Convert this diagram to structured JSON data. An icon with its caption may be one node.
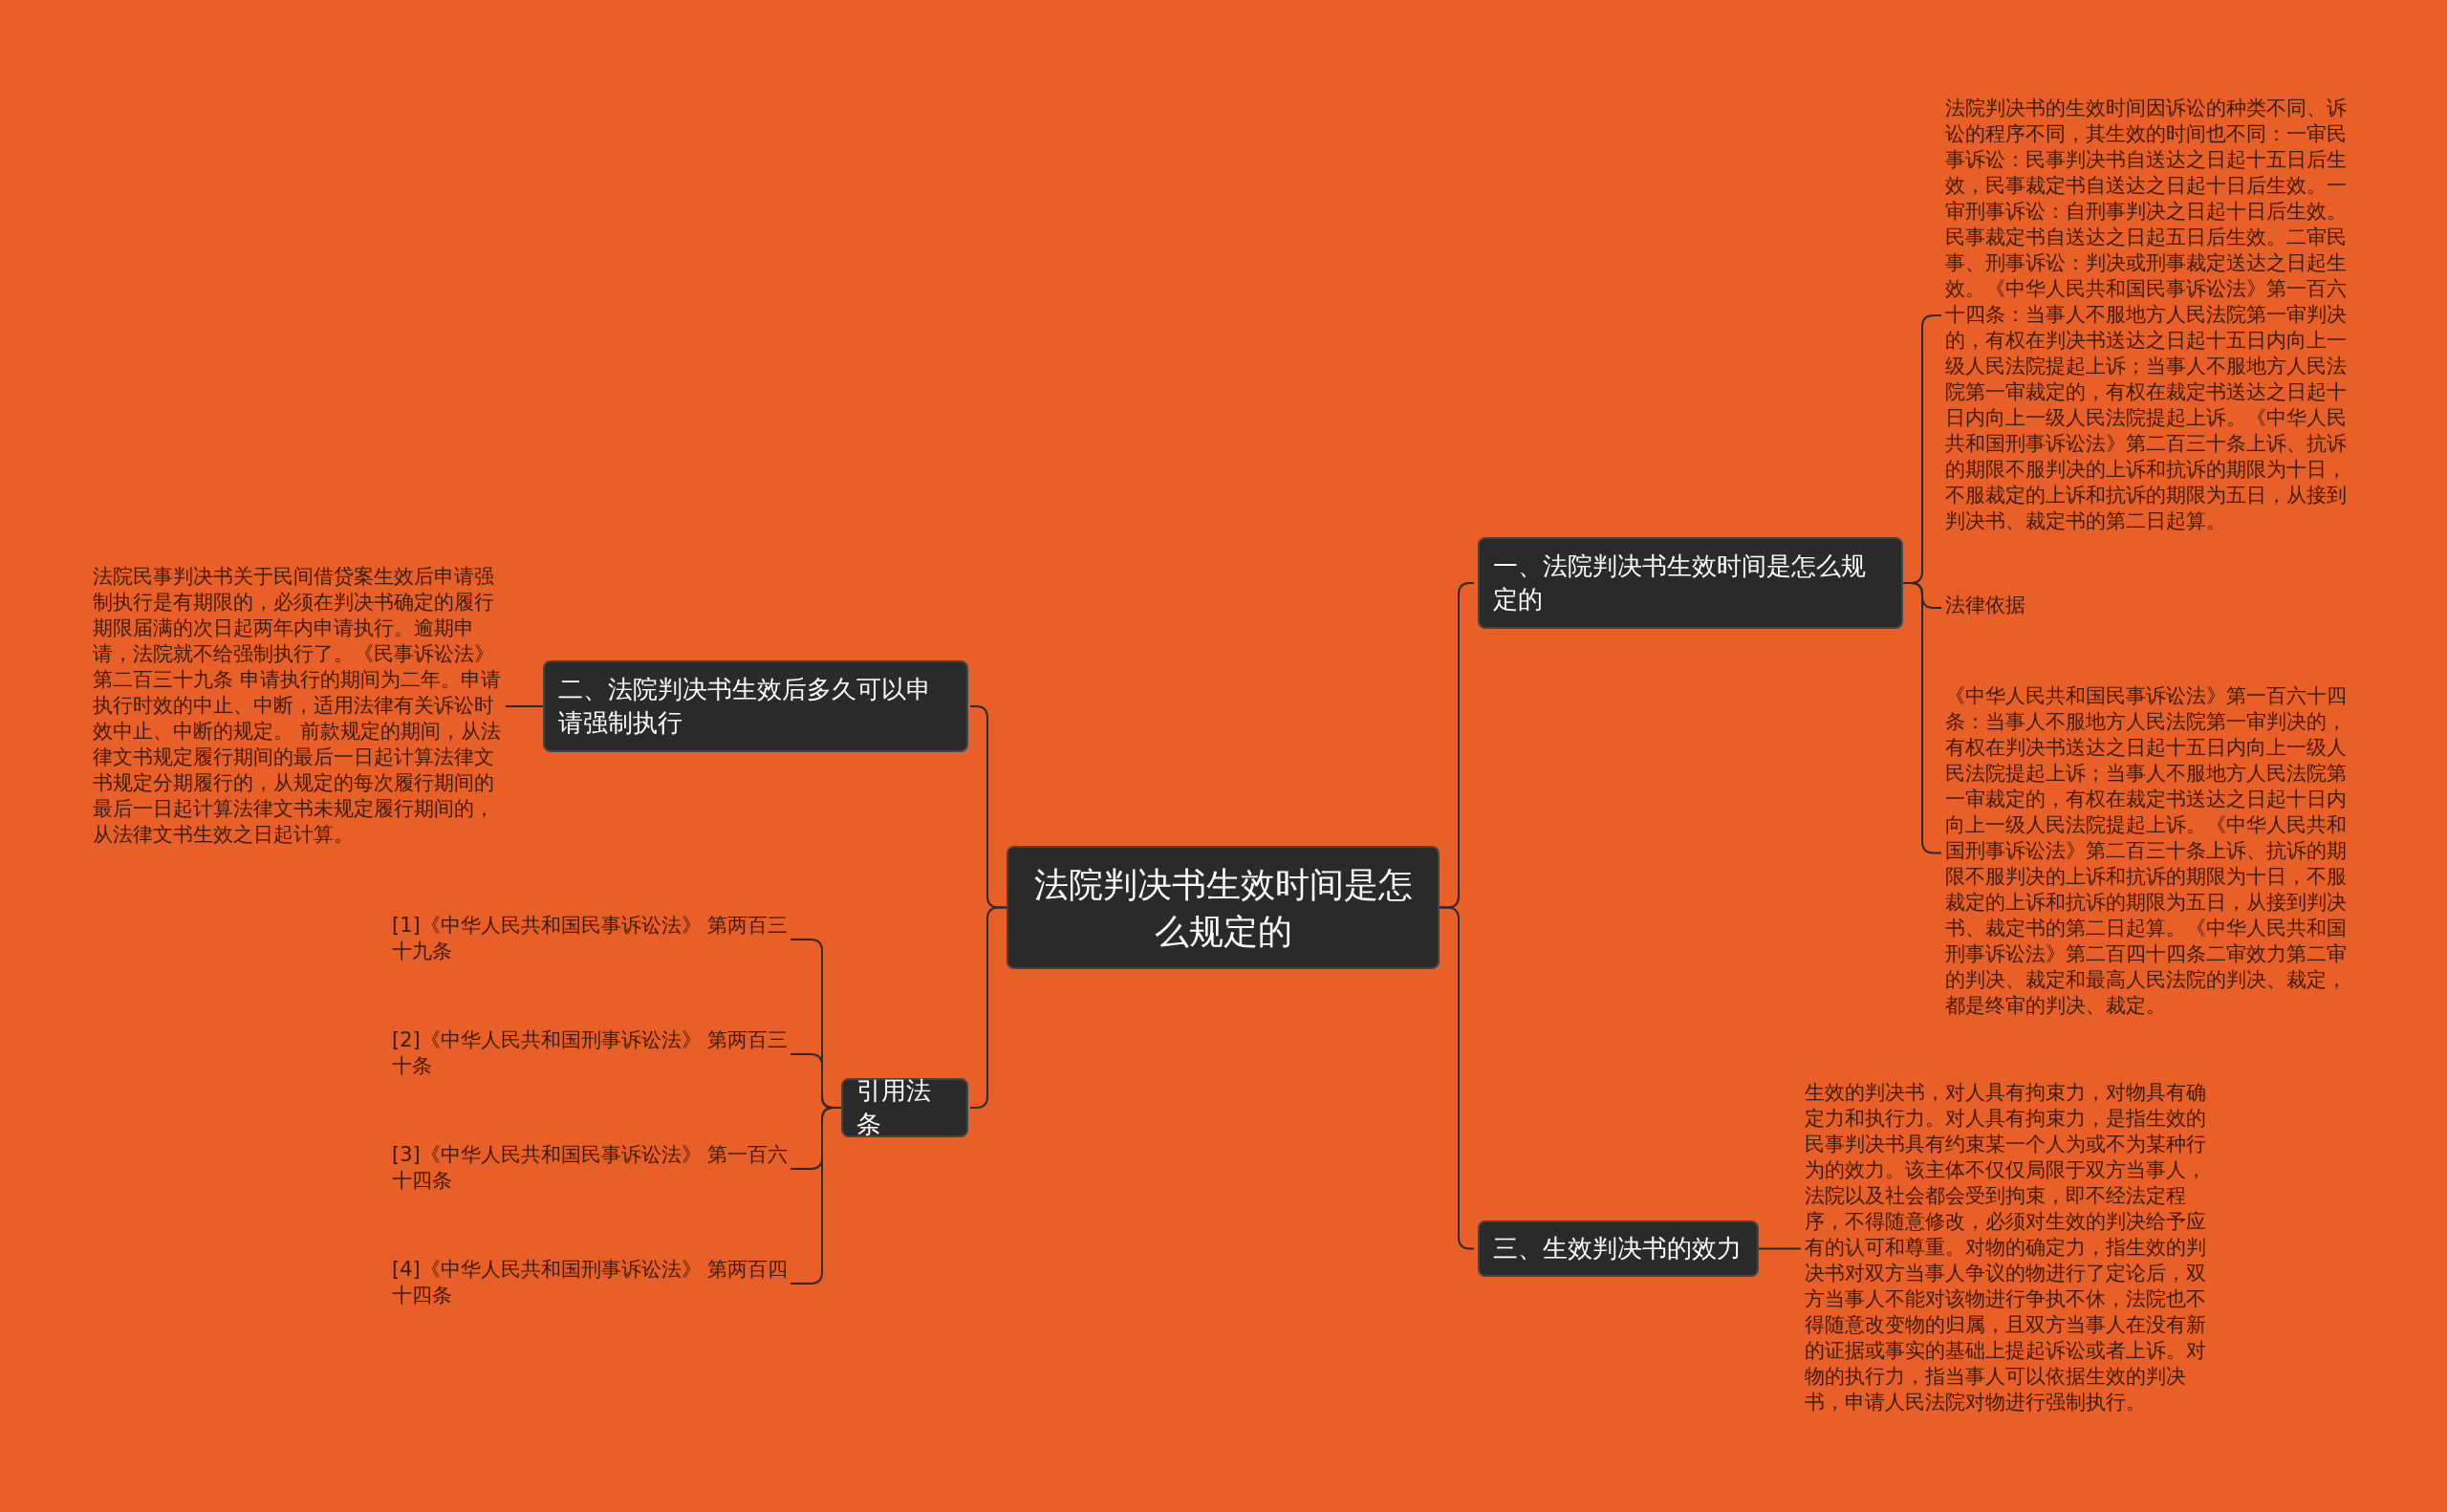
{
  "diagram": {
    "nodes": [
      {
        "text": [
          "法院判决书生效时间是怎么规定的"
        ]
      },
      {
        "text": [
          "一、法院判决书生效时间是怎么规定的"
        ]
      },
      {
        "text": [
          "法院判决书的生效时间因诉讼的种类不同、诉讼的程序不同，其生效的时间也不同：一审民事诉讼：民事判决书自送达之日起十五日后生效，民事裁定书自送达之日起十日后生效。一审刑事诉讼：自刑事判决之日起十日后生效。民事裁定书自送达之日起五日后生效。二审民事、刑事诉讼：判决或刑事裁定送达之日起生效。《中华人民共和国民事诉讼法》第一百六十四条：当事人不服地方人民法院第一审判决的，有权在判决书送达之日起十五日内向上一级人民法院提起上诉；当事人不服地方人民法院第一审裁定的，有权在裁定书送达之日起十日内向上一级人民法院提起上诉。《中华人民共和国刑事诉讼法》第二百三十条上诉、抗诉的期限不服判决的上诉和抗诉的期限为十日，不服裁定的上诉和抗诉的期限为五日，从接到判决书、裁定书的第二日起算。"
        ]
      },
      {
        "text": [
          "法律依据"
        ]
      },
      {
        "text": [
          "《中华人民共和国民事诉讼法》第一百六十四条：当事人不服地方人民法院第一审判决的，有权在判决书送达之日起十五日内向上一级人民法院提起上诉；当事人不服地方人民法院第一审裁定的，有权在裁定书送达之日起十日内向上一级人民法院提起上诉。《中华人民共和国刑事诉讼法》第二百三十条上诉、抗诉的期限不服判决的上诉和抗诉的期限为十日，不服裁定的上诉和抗诉的期限为五日，从接到判决书、裁定书的第二日起算。《中华人民共和国刑事诉讼法》第二百四十四条二审效力第二审的判决、裁定和最高人民法院的判决、裁定，都是终审的判决、裁定。"
        ]
      },
      {
        "text": [
          "三、生效判决书的效力"
        ]
      },
      {
        "text": [
          "生效的判决书，对人具有拘束力，对物具有确定力和执行力。对人具有拘束力，是指生效的民事判决书具有约束某一个人为或不为某种行为的效力。该主体不仅仅局限于双方当事人，法院以及社会都会受到拘束，即不经法定程序，不得随意修改，必须对生效的判决给予应有的认可和尊重。对物的确定力，指生效的判决书对双方当事人争议的物进行了定论后，双方当事人不能对该物进行争执不休，法院也不得随意改变物的归属，且双方当事人在没有新的证据或事实的基础上提起诉讼或者上诉。对物的执行力，指当事人可以依据生效的判决书，申请人民法院对物进行强制执行。"
        ]
      },
      {
        "text": [
          "二、法院判决书生效后多久可以申请强制执行"
        ]
      },
      {
        "text": [
          "法院民事判决书关于民间借贷案生效后申请强制执行是有期限的，必须在判决书确定的履行期限届满的次日起两年内申请执行。逾期申请，法院就不给强制执行了。《民事诉讼法》第二百三十九条 申请执行的期间为二年。申请执行时效的中止、中断，适用法律有关诉讼时效中止、中断的规定。 前款规定的期间，从法律文书规定履行期间的最后一日起计算法律文书规定分期履行的，从规定的每次履行期间的最后一日起计算法律文书未规定履行期间的，从法律文书生效之日起计算。"
        ]
      },
      {
        "text": [
          "引用法条"
        ]
      },
      {
        "text": [
          "[1]《中华人民共和国民事诉讼法》 第两百三十九条"
        ]
      },
      {
        "text": [
          "[2]《中华人民共和国刑事诉讼法》 第两百三十条"
        ]
      },
      {
        "text": [
          "[3]《中华人民共和国民事诉讼法》 第一百六十四条"
        ]
      },
      {
        "text": [
          "[4]《中华人民共和国刑事诉讼法》 第两百四十四条"
        ]
      }
    ],
    "edges": [
      {
        "from": 0,
        "to": 1,
        "arrow": "none"
      },
      {
        "from": 0,
        "to": 5,
        "arrow": "none"
      },
      {
        "from": 0,
        "to": 7,
        "arrow": "none"
      },
      {
        "from": 0,
        "to": 9,
        "arrow": "none"
      },
      {
        "from": 1,
        "to": 2,
        "arrow": "none"
      },
      {
        "from": 1,
        "to": 3,
        "arrow": "none"
      },
      {
        "from": 1,
        "to": 4,
        "arrow": "none"
      },
      {
        "from": 5,
        "to": 6,
        "arrow": "none"
      },
      {
        "from": 7,
        "to": 8,
        "arrow": "none"
      },
      {
        "from": 9,
        "to": 10,
        "arrow": "none"
      },
      {
        "from": 9,
        "to": 11,
        "arrow": "none"
      },
      {
        "from": 9,
        "to": 12,
        "arrow": "none"
      },
      {
        "from": 9,
        "to": 13,
        "arrow": "none"
      }
    ]
  }
}
